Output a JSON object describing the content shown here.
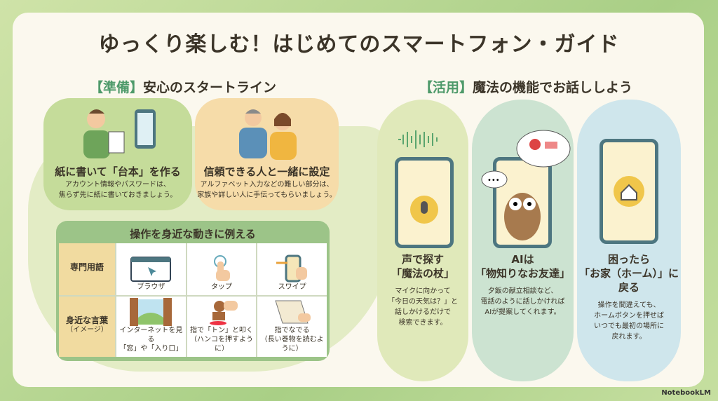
{
  "title": "ゆっくり楽しむ！はじめてのスマートフォン・ガイド",
  "left_section": {
    "bracket": "【準備】",
    "heading": "安心のスタートライン"
  },
  "right_section": {
    "bracket": "【活用】",
    "heading": "魔法の機能でお話ししよう"
  },
  "cards": [
    {
      "title": "紙に書いて「台本」を作る",
      "lines": [
        "アカウント情報やパスワードは、",
        "焦らず先に紙に書いておきましょう。"
      ]
    },
    {
      "title": "信頼できる人と一緒に設定",
      "lines": [
        "アルファベット入力などの難しい部分は、",
        "家族や詳しい人に手伝ってもらいましょう。"
      ]
    }
  ],
  "table": {
    "title": "操作を身近な動きに例える",
    "row_headers": [
      "専門用語",
      "身近な言葉",
      "（イメージ）"
    ],
    "terms": [
      "ブラウザ",
      "タップ",
      "スワイプ"
    ],
    "metaphors": [
      [
        "インターネットを見る",
        "「窓」や「入り口」"
      ],
      [
        "指で「トン」と叩く",
        "（ハンコを押すように）"
      ],
      [
        "指でなでる",
        "（長い巻物を読むように）"
      ]
    ]
  },
  "pills": [
    {
      "title": [
        "声で探す",
        "「魔法の杖」"
      ],
      "lines": [
        "マイクに向かって",
        "「今日の天気は？」と",
        "話しかけるだけで",
        "検索できます。"
      ],
      "color": "#e0e9ba"
    },
    {
      "title": [
        "AIは",
        "「物知りなお友達」"
      ],
      "lines": [
        "夕飯の献立相談など、",
        "電話のように話しかければ",
        "AIが提案してくれます。"
      ],
      "color": "#cce3d1"
    },
    {
      "title": [
        "困ったら",
        "「お家（ホーム）」に戻る"
      ],
      "lines": [
        "操作を間違えても、",
        "ホームボタンを押せば",
        "いつでも最初の場所に",
        "戻れます。"
      ],
      "color": "#cfe6ec"
    }
  ],
  "watermark": "NotebookLM"
}
